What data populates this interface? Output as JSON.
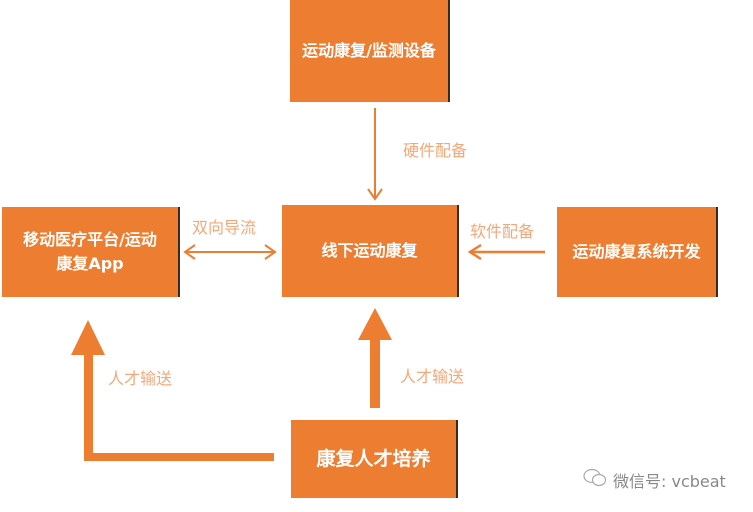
{
  "boxes": {
    "top": "运动康复/监测设备",
    "center": "线下运动康复",
    "left": "移动医疗平台/运动康复App",
    "right": "运动康复系统开发",
    "bottom": "康复人才培养"
  },
  "labels": {
    "hardware": "硬件配备",
    "two_way": "双向导流",
    "software": "软件配备",
    "talent_center": "人才输送",
    "talent_left": "人才输送"
  },
  "watermark": "微信号: vcbeat",
  "colors": {
    "box": "#ED7D31",
    "label": "#F4A87A"
  }
}
